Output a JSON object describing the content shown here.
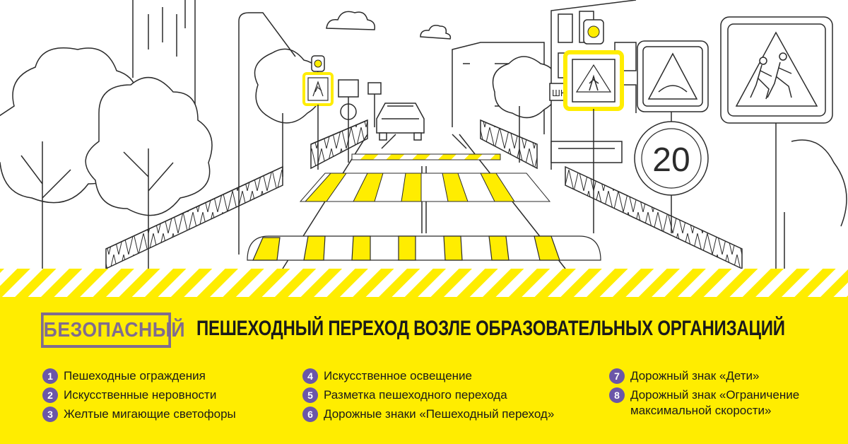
{
  "stamp_word": "БЕЗОПАСНЫЙ",
  "headline": "ПЕШЕХОДНЫЙ ПЕРЕХОД ВОЗЛЕ ОБРАЗОВАТЕЛЬНЫХ ОРГАНИЗАЦИЙ",
  "school_sign": "ШКОЛА",
  "speed_limit": "20",
  "colors": {
    "accent_yellow": "#ffed00",
    "stamp_purple": "#6b56a8",
    "line": "#2b2b2b"
  },
  "legend": [
    {
      "num": "1",
      "label": "Пешеходные ограждения"
    },
    {
      "num": "2",
      "label": "Искусственные неровности"
    },
    {
      "num": "3",
      "label": "Желтые мигающие светофоры"
    },
    {
      "num": "4",
      "label": "Искусственное освещение"
    },
    {
      "num": "5",
      "label": "Разметка пешеходного перехода"
    },
    {
      "num": "6",
      "label": "Дорожные знаки «Пешеходный переход»"
    },
    {
      "num": "7",
      "label": "Дорожный знак «Дети»"
    },
    {
      "num": "8",
      "label": "Дорожный знак «Ограничение\nмаксимальной скорости»"
    }
  ]
}
